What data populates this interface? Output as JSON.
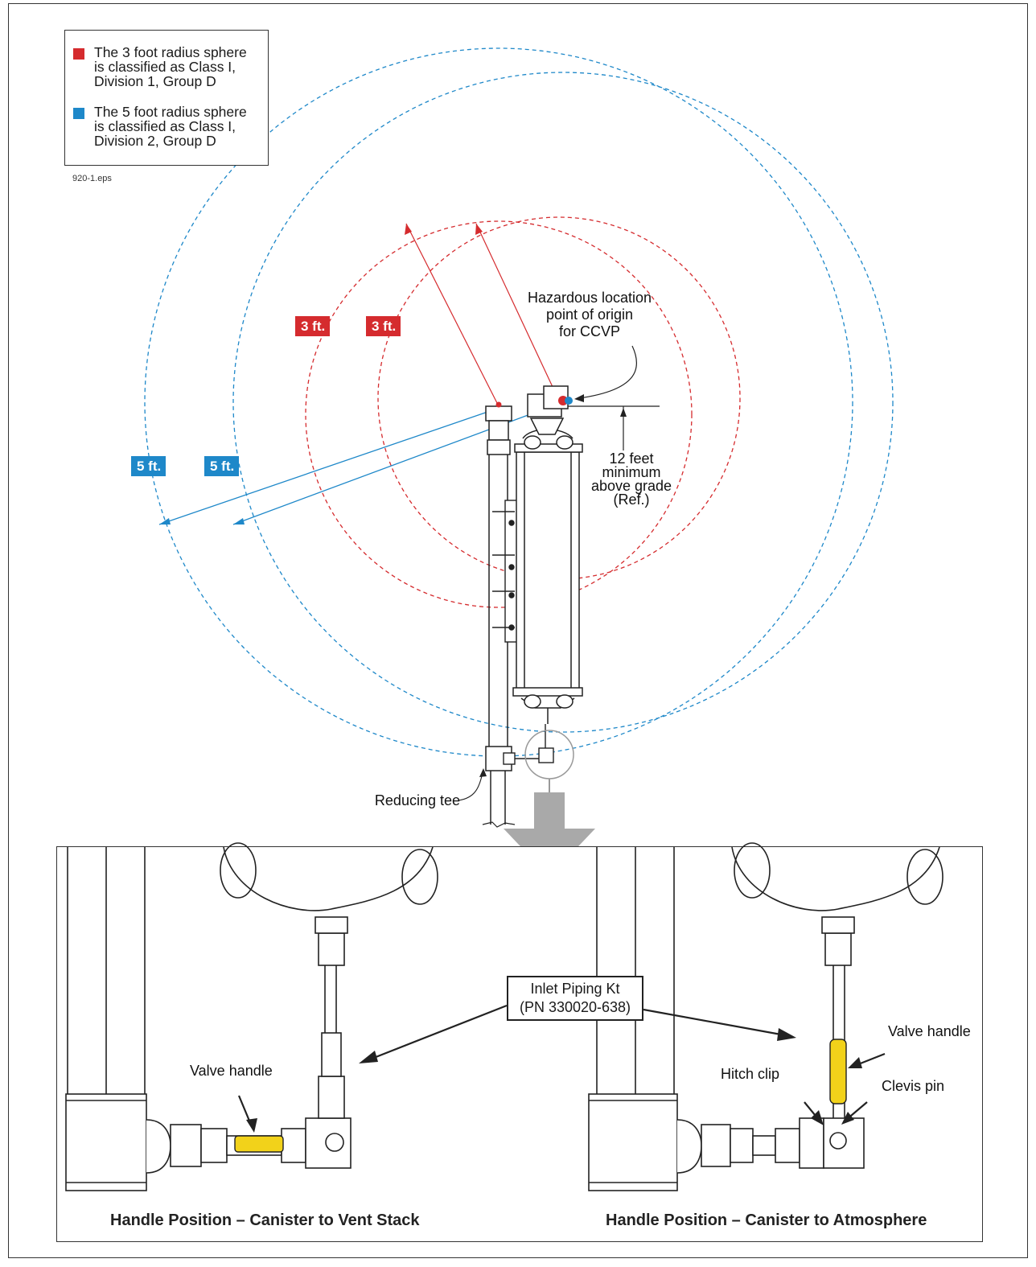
{
  "legend": {
    "items": [
      {
        "text": "The 3 foot radius sphere\nis classified as Class I,\nDivision 1, Group D",
        "color": "#d52b2e"
      },
      {
        "text": "The 5 foot radius sphere\nis classified as Class I,\nDivision 2, Group D",
        "color": "#1e88c9"
      }
    ]
  },
  "figure_id": "920-1.eps",
  "dimension_tags": {
    "red_left": "3 ft.",
    "red_right": "3 ft.",
    "blue_left": "5 ft.",
    "blue_right": "5 ft."
  },
  "colors": {
    "red": "#d52b2e",
    "blue": "#1e88c9",
    "yellow": "#f2d21a",
    "arrow_gray": "#a9a9a9"
  },
  "annotations": {
    "origin": "Hazardous location\npoint of origin\nfor CCVP",
    "height": "12 feet\nminimum\nabove grade\n(Ref.)",
    "reducing_tee": "Reducing tee",
    "inlet_kit": "Inlet Piping Kt\n(PN 330020-638)",
    "valve_handle_left": "Valve handle",
    "valve_handle_right": "Valve handle",
    "hitch_clip": "Hitch clip",
    "clevis_pin": "Clevis pin"
  },
  "captions": {
    "left": "Handle Position – Canister to Vent Stack",
    "right": "Handle Position – Canister to Atmosphere"
  }
}
